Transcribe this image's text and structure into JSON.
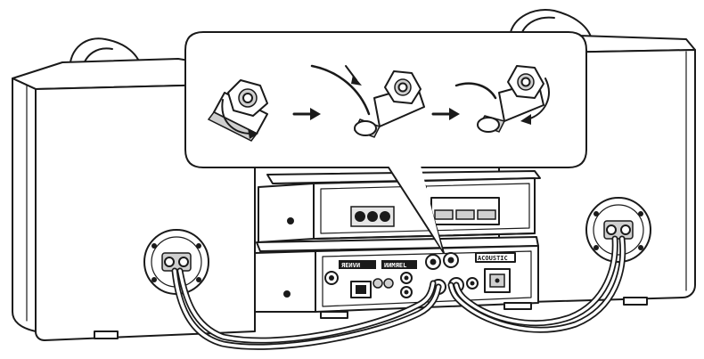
{
  "figure": {
    "callout_steps": [
      {
        "id": "step-1",
        "icon": "loosen-terminal-icon"
      },
      {
        "id": "step-2",
        "icon": "insert-wire-icon"
      },
      {
        "id": "step-3",
        "icon": "tighten-terminal-icon"
      }
    ],
    "arrows": [
      "right-arrow-icon",
      "right-arrow-icon"
    ],
    "components": [
      "left-speaker",
      "right-speaker",
      "main-unit-top",
      "main-unit-bottom",
      "speaker-cables"
    ],
    "unit_markings": {
      "bottom_left_label_a": "ЯЕИVИ",
      "bottom_left_label_b": "ИИМЯЕL",
      "bottom_right_label": "ACOUSTIC"
    },
    "colors": {
      "line": "#1a1a1a",
      "background": "#ffffff",
      "fill_gray": "#cfcfcf"
    }
  }
}
